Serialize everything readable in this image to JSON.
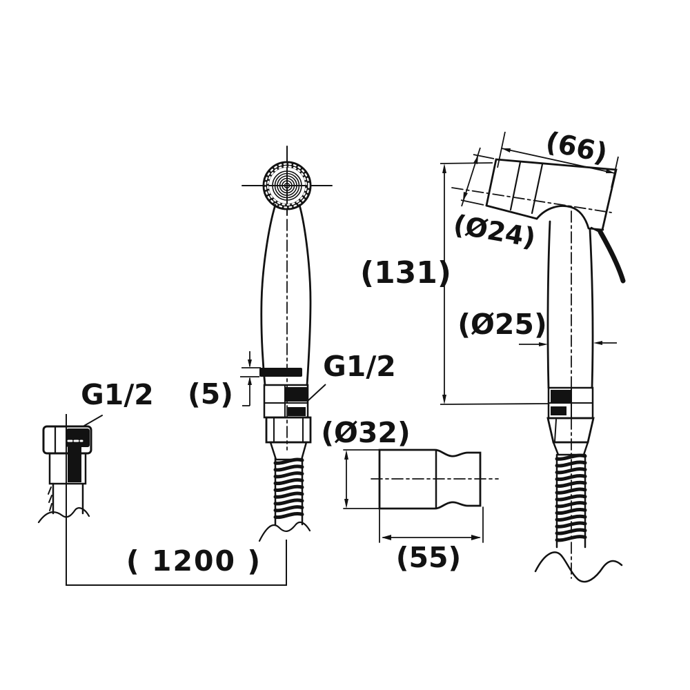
{
  "drawing": {
    "background_color": "#ffffff",
    "line_color": "#121212",
    "labels": {
      "fitting_thread": "G1/2",
      "handle_thread": "G1/2",
      "tab_height": "(5)",
      "hose_length": "( 1200 )",
      "head_length": "(66)",
      "head_diameter": "(Ø24)",
      "overall_height": "(131)",
      "handle_diameter": "(Ø25)",
      "bracket_diameter": "(Ø32)",
      "bracket_length": "(55)"
    }
  }
}
